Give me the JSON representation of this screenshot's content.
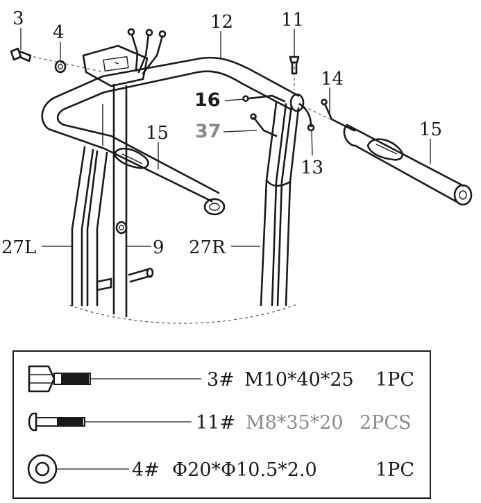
{
  "callouts": {
    "p3": "3",
    "p4": "4",
    "p12": "12",
    "p11": "11",
    "p14": "14",
    "p16": "16",
    "p37": "37",
    "p15_left": "15",
    "p15_right": "15",
    "p13": "13",
    "p27l": "27L",
    "p9": "9",
    "p27r": "27R"
  },
  "hardware": [
    {
      "number": "3#",
      "spec": "M10*40*25",
      "qty": "1PC",
      "icon": "hex-bolt-icon"
    },
    {
      "number": "11#",
      "spec": "M8*35*20",
      "qty": "2PCS",
      "icon": "button-head-screw-icon"
    },
    {
      "number": "4#",
      "spec": "Φ20*Φ10.5*2.0",
      "qty": "1PC",
      "icon": "flat-washer-icon"
    }
  ],
  "colors": {
    "line": "#1a1a1a",
    "muted": "#8a8a8a"
  }
}
